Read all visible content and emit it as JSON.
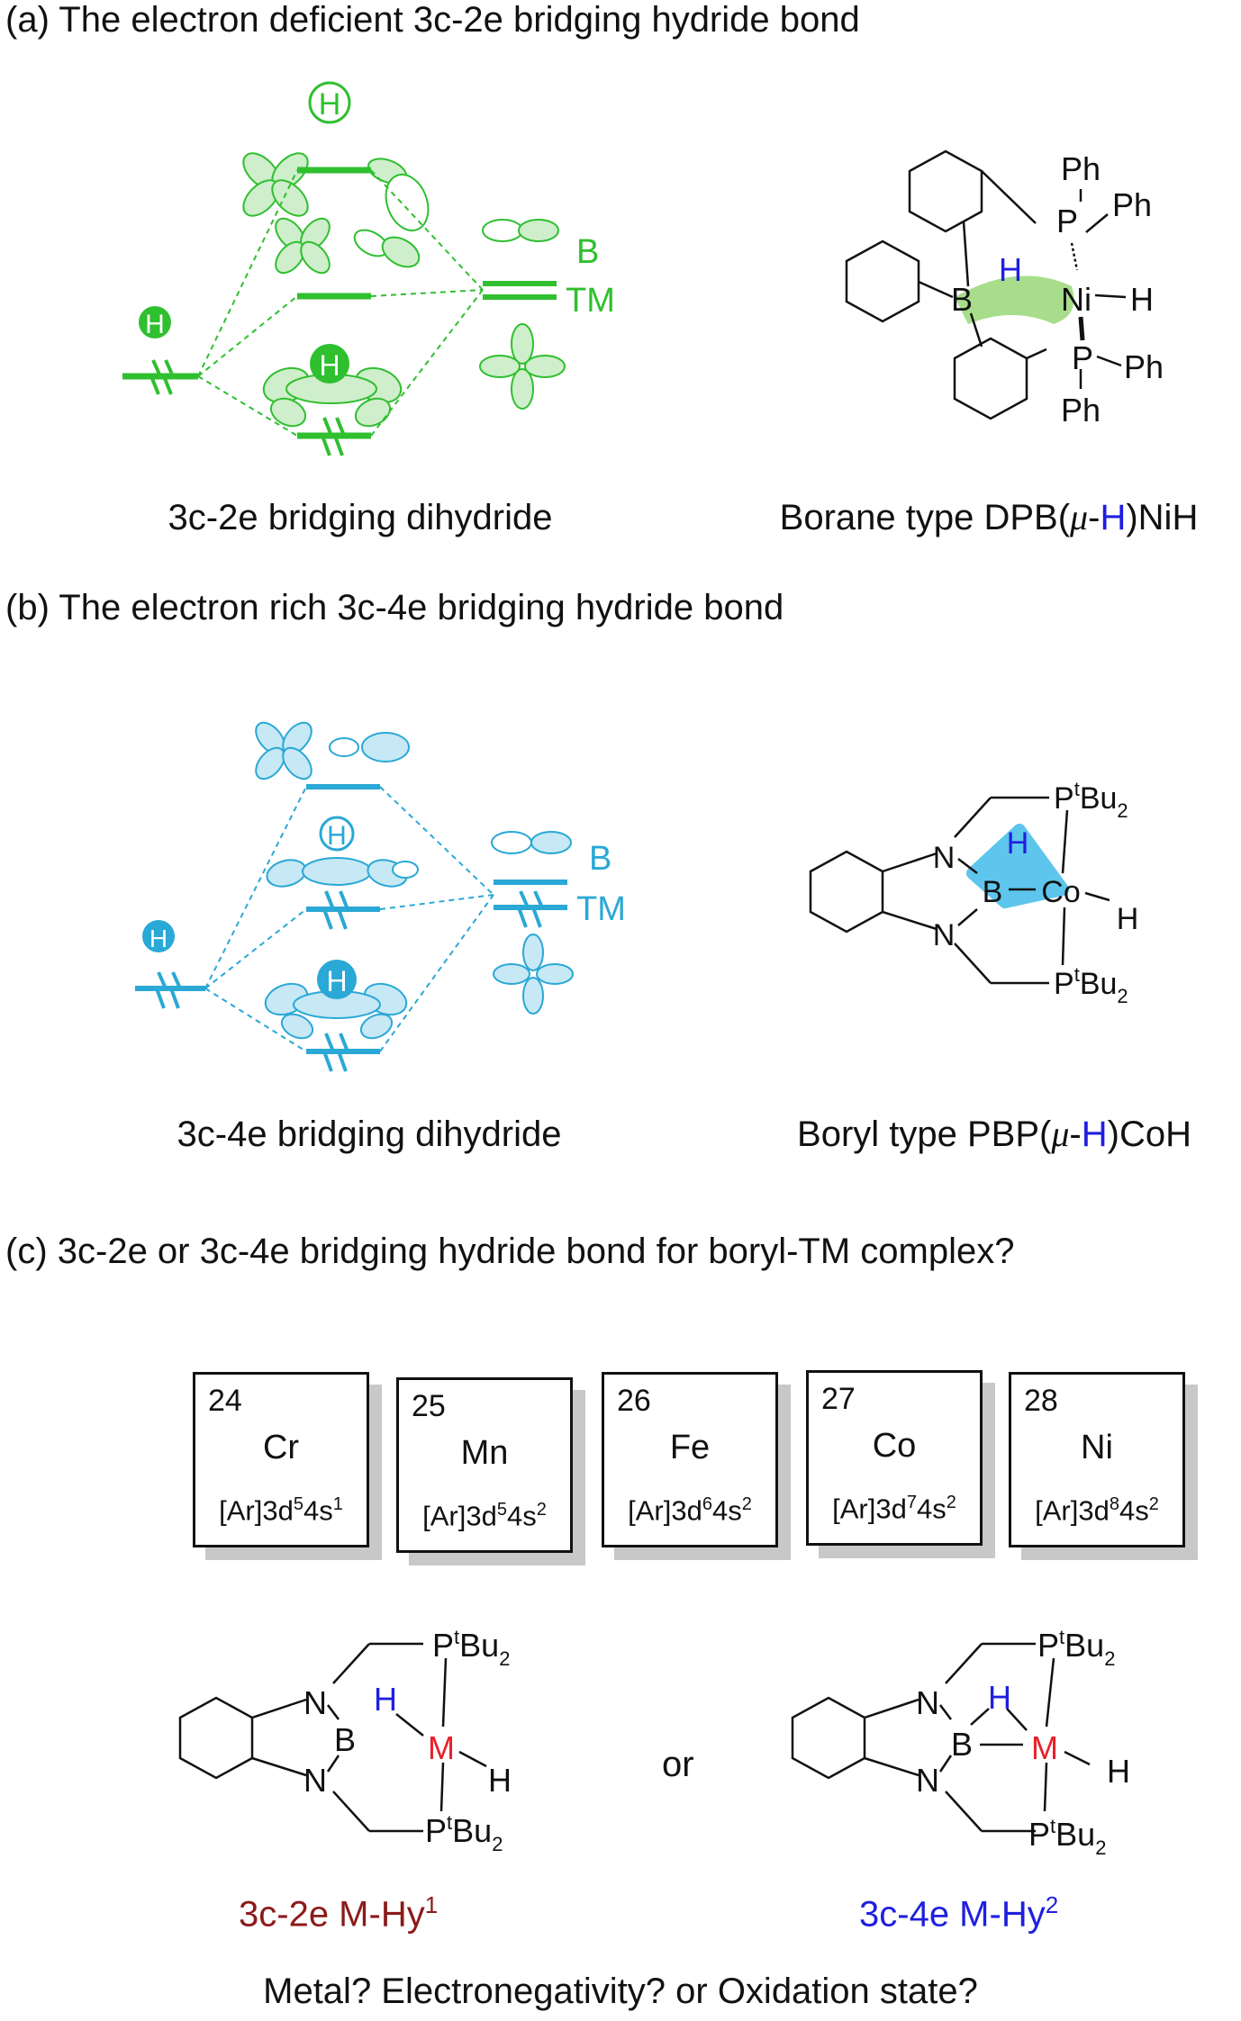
{
  "section_a": {
    "heading": "(a) The electron deficient 3c-2e bridging hydride bond",
    "mo_caption": "3c-2e bridging dihydride",
    "mo_labels": {
      "h": "H",
      "b": "B",
      "tm": "TM"
    },
    "complex": {
      "atoms": {
        "p1": "P",
        "p2": "P",
        "b": "B",
        "ni": "Ni",
        "h_bridge": "H",
        "h_term": "H",
        "ph1": "Ph",
        "ph2": "Ph",
        "ph3": "Ph",
        "ph4": "Ph"
      },
      "caption_prefix": "Borane type DPB(",
      "caption_mu": "μ",
      "caption_dash": "-",
      "caption_h": "H",
      "caption_suffix": ")NiH"
    },
    "color": "#2fbf2f",
    "highlight_color": "#a8dd8c"
  },
  "section_b": {
    "heading": "(b) The electron rich 3c-4e bridging hydride bond",
    "mo_caption": "3c-4e bridging dihydride",
    "mo_labels": {
      "h": "H",
      "b": "B",
      "tm": "TM"
    },
    "complex": {
      "atoms": {
        "n1": "N",
        "n2": "N",
        "b": "B",
        "co": "Co",
        "h_bridge": "H",
        "h_term": "H",
        "p1": "P",
        "p1_sup": "t",
        "p1_tail": "Bu",
        "p1_sub": "2",
        "p2": "P",
        "p2_sup": "t",
        "p2_tail": "Bu",
        "p2_sub": "2"
      },
      "caption_prefix": "Boryl type PBP(",
      "caption_mu": "μ",
      "caption_dash": "-",
      "caption_h": "H",
      "caption_suffix": ")CoH"
    },
    "color": "#2aa8d6",
    "highlight_color": "#5ec5ec"
  },
  "section_c": {
    "heading": "(c) 3c-2e or 3c-4e bridging hydride bond for boryl-TM complex?",
    "elements": [
      {
        "number": "24",
        "symbol": "Cr",
        "config_base": "[Ar]3d",
        "d": "5",
        "s_base": "4s",
        "s": "1"
      },
      {
        "number": "25",
        "symbol": "Mn",
        "config_base": "[Ar]3d",
        "d": "5",
        "s_base": "4s",
        "s": "2"
      },
      {
        "number": "26",
        "symbol": "Fe",
        "config_base": "[Ar]3d",
        "d": "6",
        "s_base": "4s",
        "s": "2"
      },
      {
        "number": "27",
        "symbol": "Co",
        "config_base": "[Ar]3d",
        "d": "7",
        "s_base": "4s",
        "s": "2"
      },
      {
        "number": "28",
        "symbol": "Ni",
        "config_base": "[Ar]3d",
        "d": "8",
        "s_base": "4s",
        "s": "2"
      }
    ],
    "hy1": {
      "atoms": {
        "n1": "N",
        "n2": "N",
        "b": "B",
        "m": "M",
        "h_bridge": "H",
        "h_term": "H",
        "p1": "P",
        "p1_sup": "t",
        "p1_tail": "Bu",
        "p1_sub": "2",
        "p2": "P",
        "p2_sup": "t",
        "p2_tail": "Bu",
        "p2_sub": "2"
      },
      "label": "3c-2e M-Hy",
      "label_sup": "1",
      "label_color": "#8b1a1a"
    },
    "or_text": "or",
    "hy2": {
      "atoms": {
        "n1": "N",
        "n2": "N",
        "b": "B",
        "m": "M",
        "h_bridge": "H",
        "h_term": "H",
        "p1": "P",
        "p1_sup": "t",
        "p1_tail": "Bu",
        "p1_sub": "2",
        "p2": "P",
        "p2_sup": "t",
        "p2_tail": "Bu",
        "p2_sub": "2"
      },
      "label": "3c-4e M-Hy",
      "label_sup": "2",
      "label_color": "#1f1fe0"
    },
    "question": "Metal?  Electronegativity? or Oxidation state?",
    "metal_color": "#e8202a",
    "hydride_color": "#1f1fe0"
  }
}
